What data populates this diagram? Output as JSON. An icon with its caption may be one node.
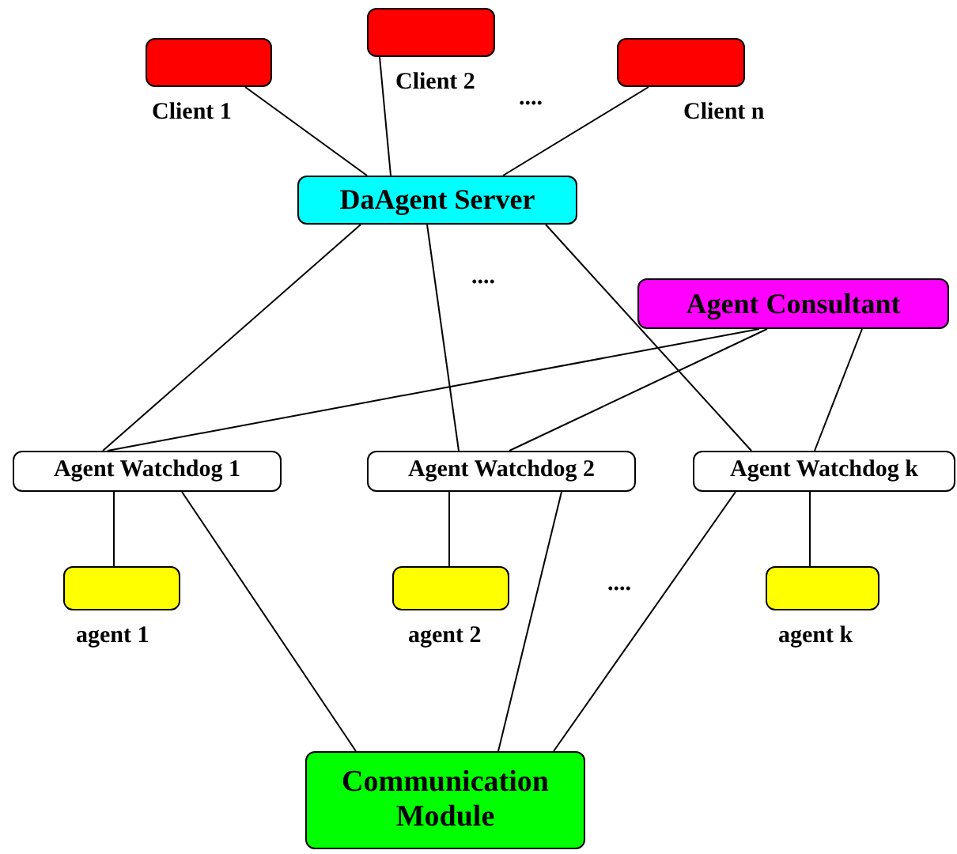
{
  "diagram": {
    "nodes": [
      {
        "text": [],
        "shape": "box",
        "beside": [
          "Client 1"
        ]
      },
      {
        "text": [],
        "shape": "box",
        "beside": [
          "Client 2"
        ]
      },
      {
        "text": [],
        "shape": "box",
        "beside": [
          "Client n"
        ]
      },
      {
        "text": [
          "DaAgent Server"
        ]
      },
      {
        "text": [
          "Agent Consultant"
        ]
      },
      {
        "text": [
          "Agent Watchdog 1"
        ]
      },
      {
        "text": [
          "Agent Watchdog 2"
        ]
      },
      {
        "text": [
          "Agent Watchdog k"
        ]
      },
      {
        "text": [],
        "shape": "box",
        "beside": [
          "agent 1"
        ]
      },
      {
        "text": [],
        "shape": "box",
        "beside": [
          "agent 2"
        ]
      },
      {
        "text": [],
        "shape": "box",
        "beside": [
          "agent k"
        ]
      },
      {
        "text": [
          "Communication Module"
        ]
      }
    ],
    "edges": [
      {
        "from": 0,
        "to": 3,
        "arrow": "none"
      },
      {
        "from": 1,
        "to": 3,
        "arrow": "none"
      },
      {
        "from": 2,
        "to": 3,
        "arrow": "none"
      },
      {
        "from": 3,
        "to": 5,
        "arrow": "none"
      },
      {
        "from": 3,
        "to": 6,
        "arrow": "none"
      },
      {
        "from": 3,
        "to": 7,
        "arrow": "none"
      },
      {
        "from": 4,
        "to": 5,
        "arrow": "none"
      },
      {
        "from": 4,
        "to": 6,
        "arrow": "none"
      },
      {
        "from": 4,
        "to": 7,
        "arrow": "none"
      },
      {
        "from": 5,
        "to": 8,
        "arrow": "none"
      },
      {
        "from": 6,
        "to": 9,
        "arrow": "none"
      },
      {
        "from": 7,
        "to": 10,
        "arrow": "none"
      },
      {
        "from": 5,
        "to": 11,
        "arrow": "none"
      },
      {
        "from": 6,
        "to": 11,
        "arrow": "none"
      },
      {
        "from": 7,
        "to": 11,
        "arrow": "none"
      }
    ],
    "labels": [
      "....",
      "....",
      "...."
    ]
  }
}
